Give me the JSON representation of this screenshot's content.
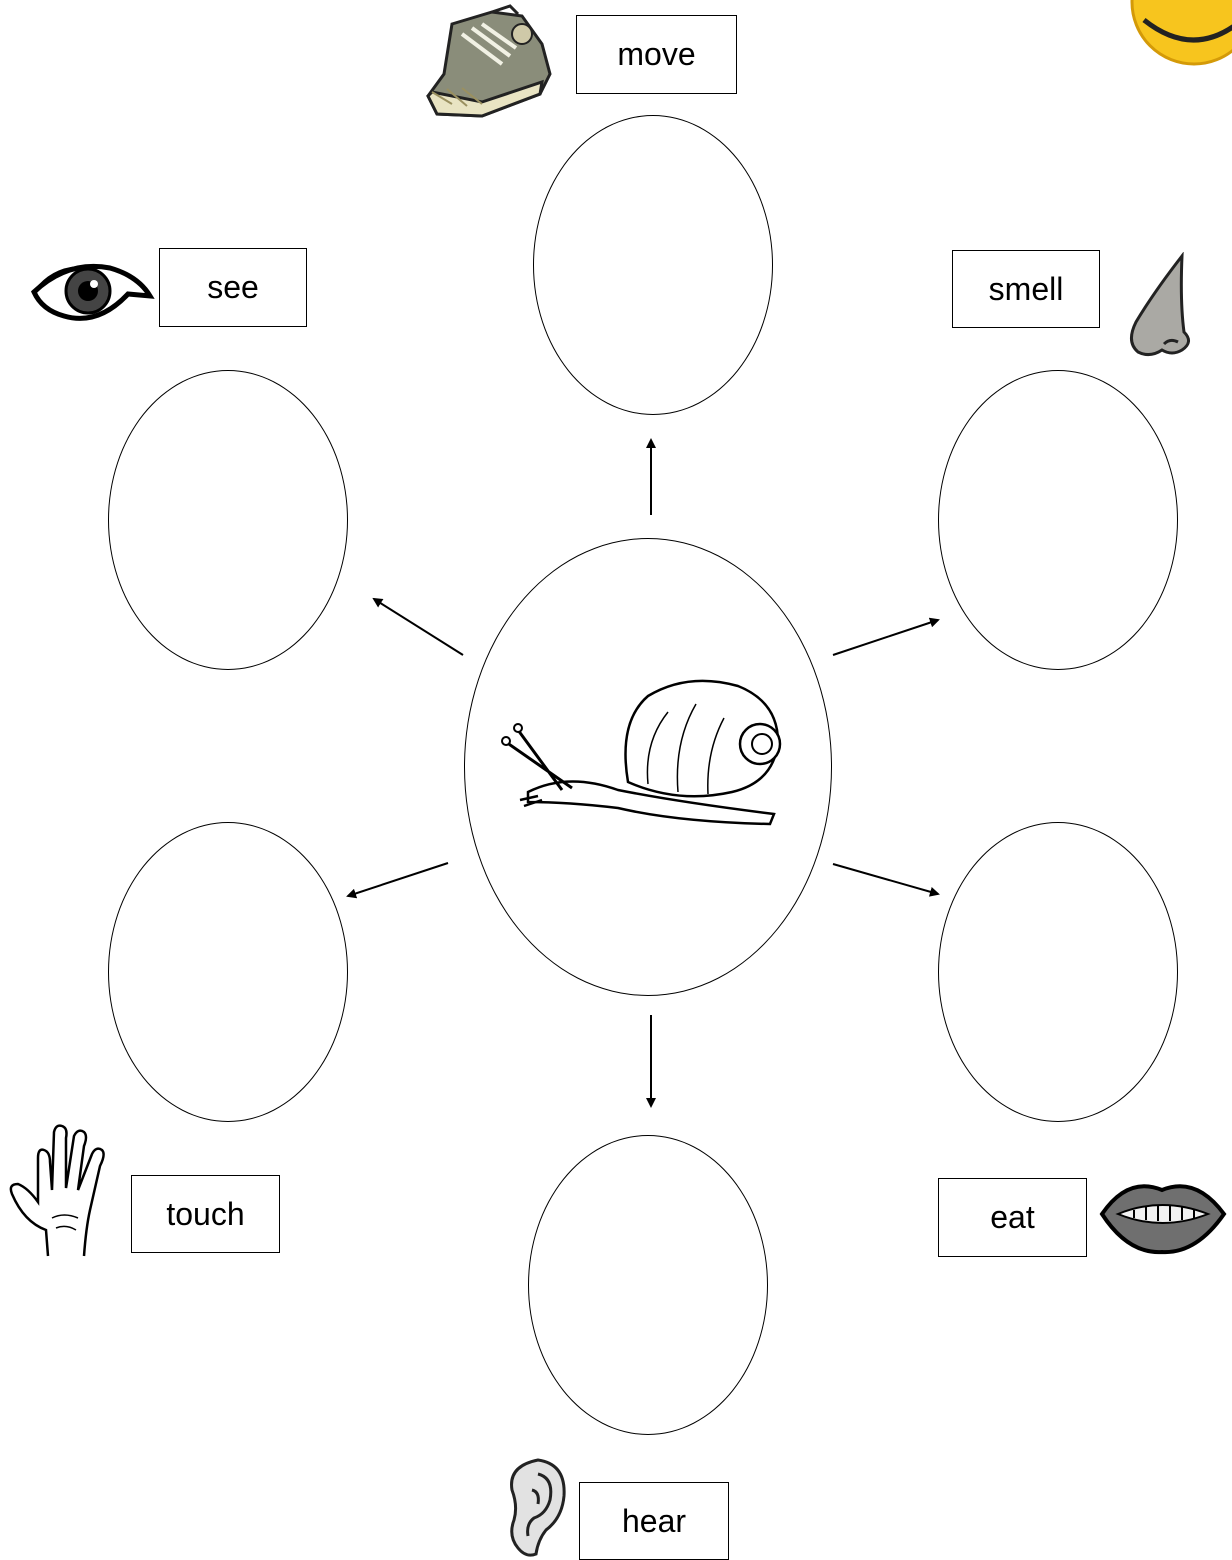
{
  "labels": {
    "move": "move",
    "see": "see",
    "smell": "smell",
    "touch": "touch",
    "eat": "eat",
    "hear": "hear"
  },
  "icons": [
    "shoe-icon",
    "eye-icon",
    "nose-icon",
    "hand-icon",
    "mouth-icon",
    "ear-icon",
    "smiley-icon",
    "snail-icon"
  ],
  "colors": {
    "smiley": "#f7c51e"
  }
}
